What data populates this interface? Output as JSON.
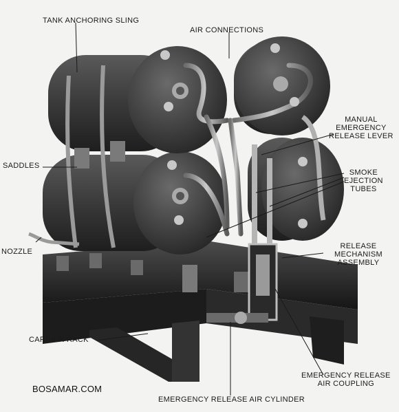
{
  "labels": {
    "tank_anchoring_sling": "TANK ANCHORING SLING",
    "air_connections": "AIR CONNECTIONS",
    "manual_release": [
      "MANUAL",
      "EMERGENCY",
      "RELEASE LEVER"
    ],
    "saddles": "SADDLES",
    "smoke_tubes": [
      "SMOKE",
      "EJECTION",
      "TUBES"
    ],
    "nozzle": "NOZZLE",
    "release_mechanism": [
      "RELEASE",
      "MECHANISM",
      "ASSEMBLY"
    ],
    "carrier_rack": "CARRIER RACK",
    "emergency_coupling": [
      "EMERGENCY RELEASE",
      "AIR COUPLING"
    ],
    "emergency_cylinder": "EMERGENCY RELEASE AIR CYLINDER"
  },
  "watermark": "BOSAMAR.COM",
  "colors": {
    "background": "#f3f3f1",
    "tank_dark": "#2e2e2e",
    "tank_face": "#4a4a4a",
    "metal": "#8a8a8a",
    "ink": "#1a1a1a"
  }
}
